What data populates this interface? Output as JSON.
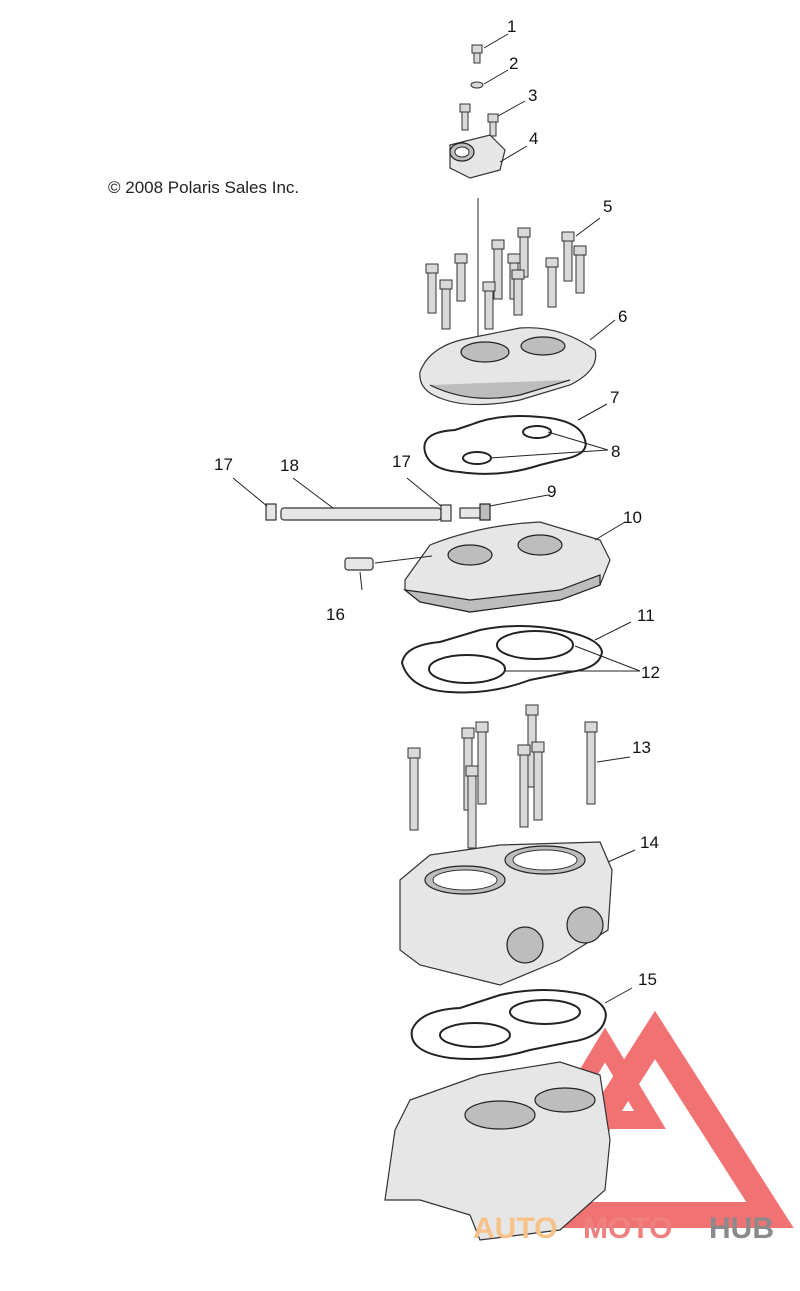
{
  "copyright": "© 2008 Polaris Sales Inc.",
  "callouts": [
    "1",
    "2",
    "3",
    "4",
    "5",
    "6",
    "7",
    "8",
    "9",
    "10",
    "11",
    "12",
    "13",
    "14",
    "15",
    "16",
    "17",
    "17",
    "18"
  ],
  "watermark": {
    "part1": "AUTO",
    "part2": "MOTO",
    "part3": "HUB",
    "colors": {
      "auto": "#f7c28a",
      "moto": "#f08080",
      "hub": "#8a8a8a",
      "triangle": "#ee5a5a"
    }
  }
}
